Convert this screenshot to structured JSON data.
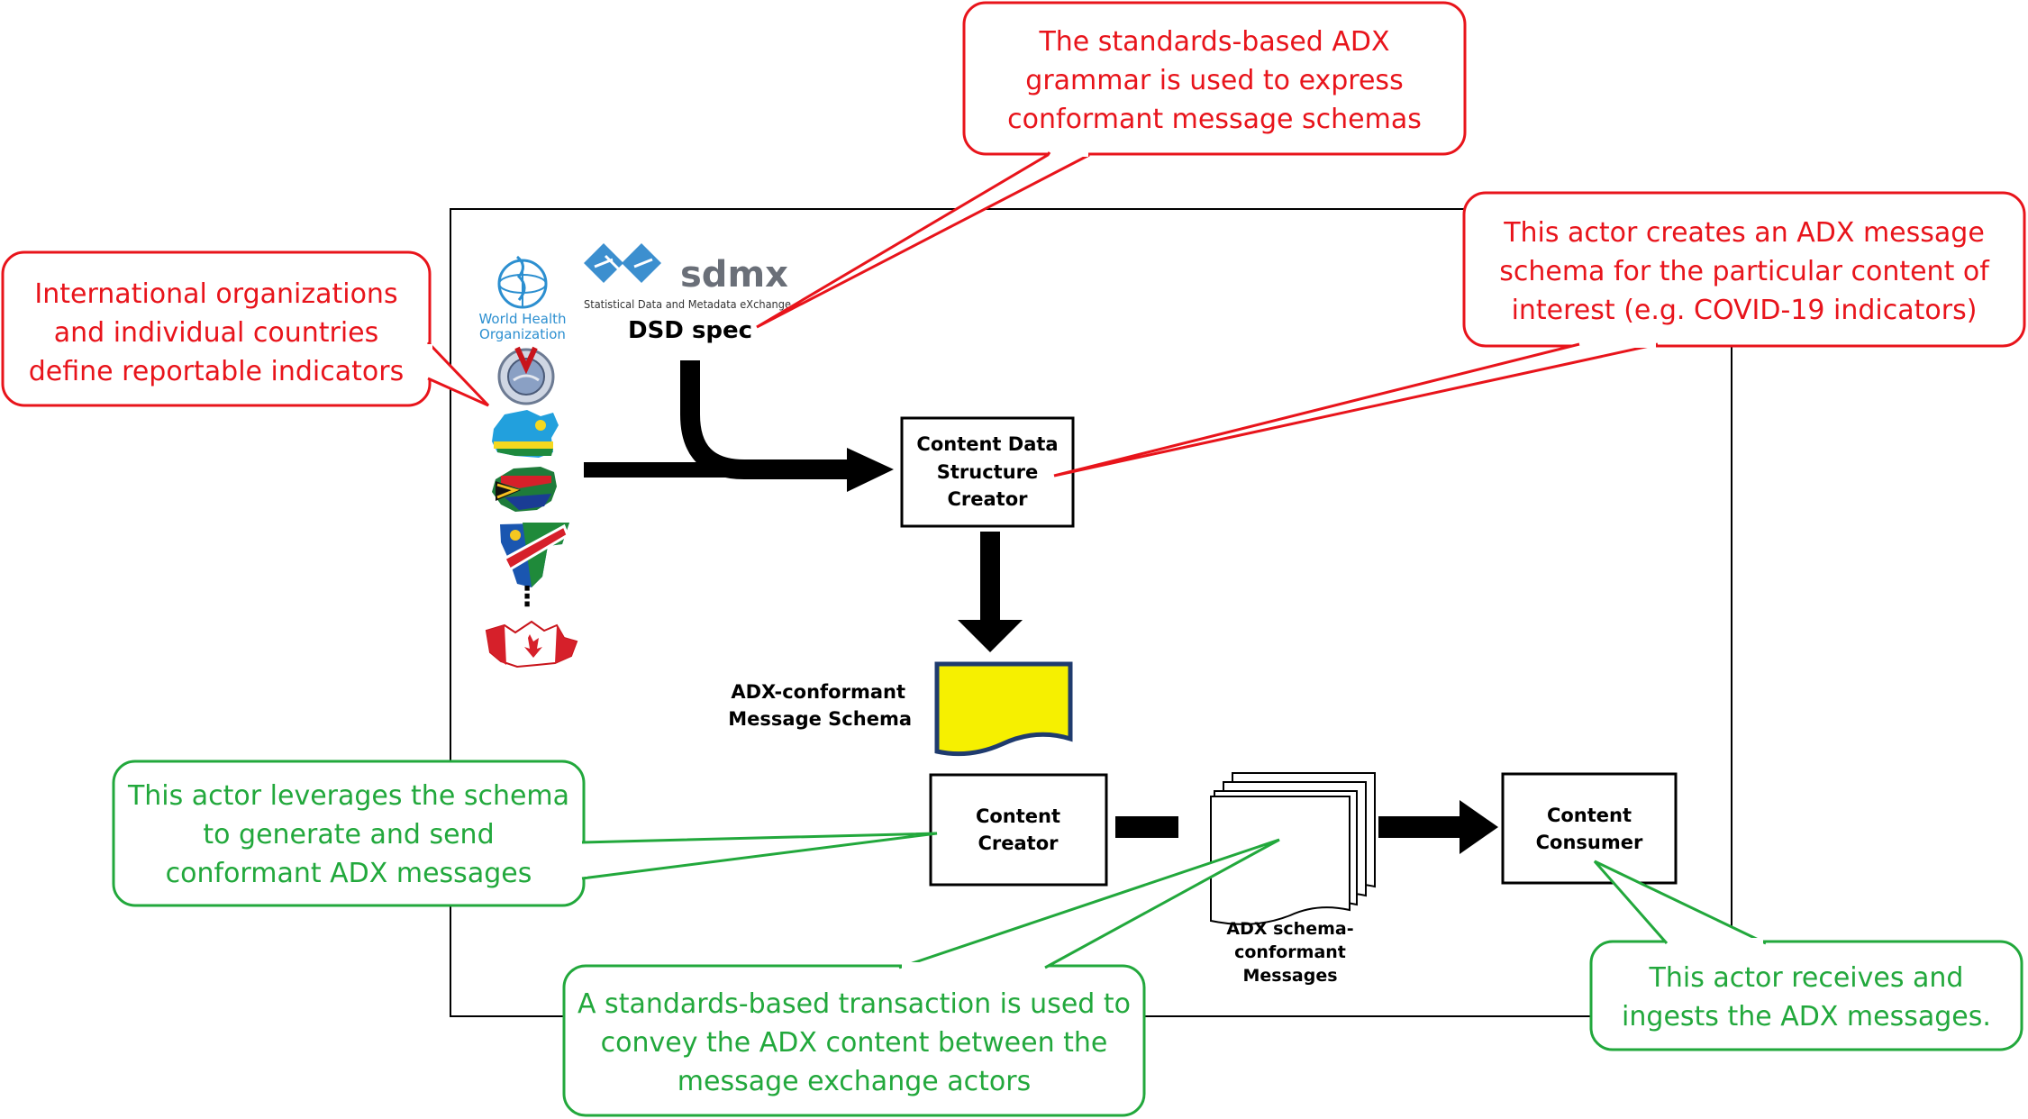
{
  "callouts": {
    "adx_grammar": [
      "The standards-based ADX",
      "grammar is used to express",
      "conformant message schemas"
    ],
    "schema_creator": [
      "This actor creates an ADX message",
      "schema for the particular content of",
      "interest (e.g. COVID-19 indicators)"
    ],
    "organizations": [
      "International organizations",
      "and individual countries",
      "define reportable indicators"
    ],
    "leverages": [
      "This actor leverages the schema",
      "to generate and send",
      "conformant ADX messages"
    ],
    "transaction": [
      "A standards-based transaction is used to",
      "convey the ADX content between the",
      "message exchange actors"
    ],
    "receives": [
      "This actor receives and",
      "ingests the ADX messages."
    ]
  },
  "logos": {
    "who": [
      "World Health",
      "Organization"
    ],
    "sdmx_name": "sdmx",
    "sdmx_tagline": "Statistical Data and Metadata eXchange",
    "dsd": "DSD spec",
    "ellipsis": "⋮"
  },
  "actors": {
    "cdsc": [
      "Content Data",
      "Structure",
      "Creator"
    ],
    "creator": [
      "Content",
      "Creator"
    ],
    "consumer": [
      "Content",
      "Consumer"
    ]
  },
  "labels": {
    "schema": [
      "ADX-conformant",
      "Message Schema"
    ],
    "messages": [
      "ADX schema-",
      "conformant",
      "Messages"
    ]
  },
  "colors": {
    "red": "#e8141b",
    "green": "#22a83c",
    "black": "#000000",
    "schema_fill": "#f6f000",
    "schema_stroke": "#1f3b6e",
    "who_blue": "#2c8fd0",
    "sdmx_blue": "#3c8fcf"
  }
}
